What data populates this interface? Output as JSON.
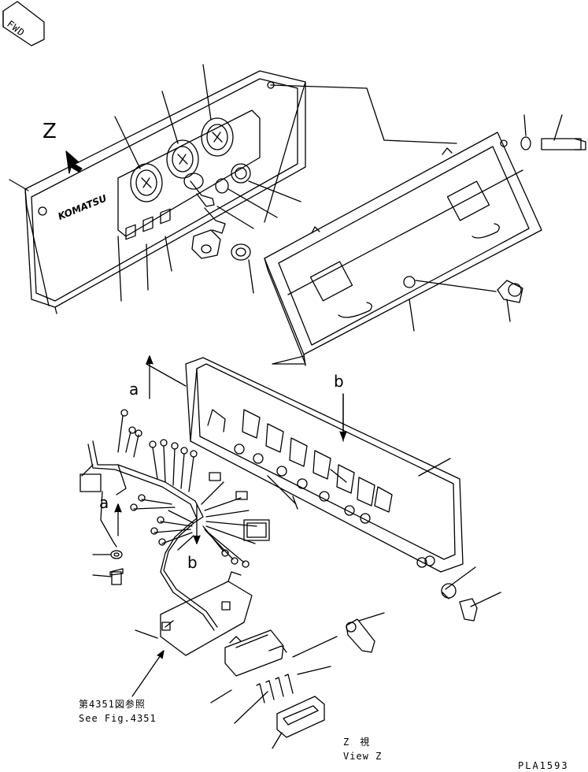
{
  "orientation": {
    "fwd": "FWD"
  },
  "view_marker": {
    "letter": "Z"
  },
  "brand": {
    "logo_text": "KOMATSU"
  },
  "callouts": {
    "a": "a",
    "b": "b"
  },
  "reference": {
    "jp": "第4351図参照",
    "en": "See Fig.4351"
  },
  "view_caption": {
    "jp": "Z　視",
    "en": "View Z"
  },
  "drawing_number": "PLA1593"
}
